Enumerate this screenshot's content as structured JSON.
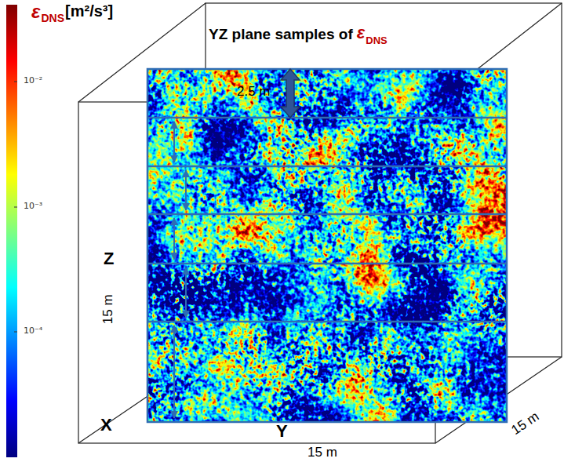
{
  "diagram": {
    "labels": [
      "ε",
      "DNS",
      "[m²/s³]",
      "10⁻²",
      "10⁻³",
      "10⁻⁴",
      "YZ plane samples of",
      "ε",
      "DNS",
      "2.5 m",
      "Z",
      "15 m",
      "X",
      "Y",
      "15 m",
      "15 m"
    ]
  }
}
